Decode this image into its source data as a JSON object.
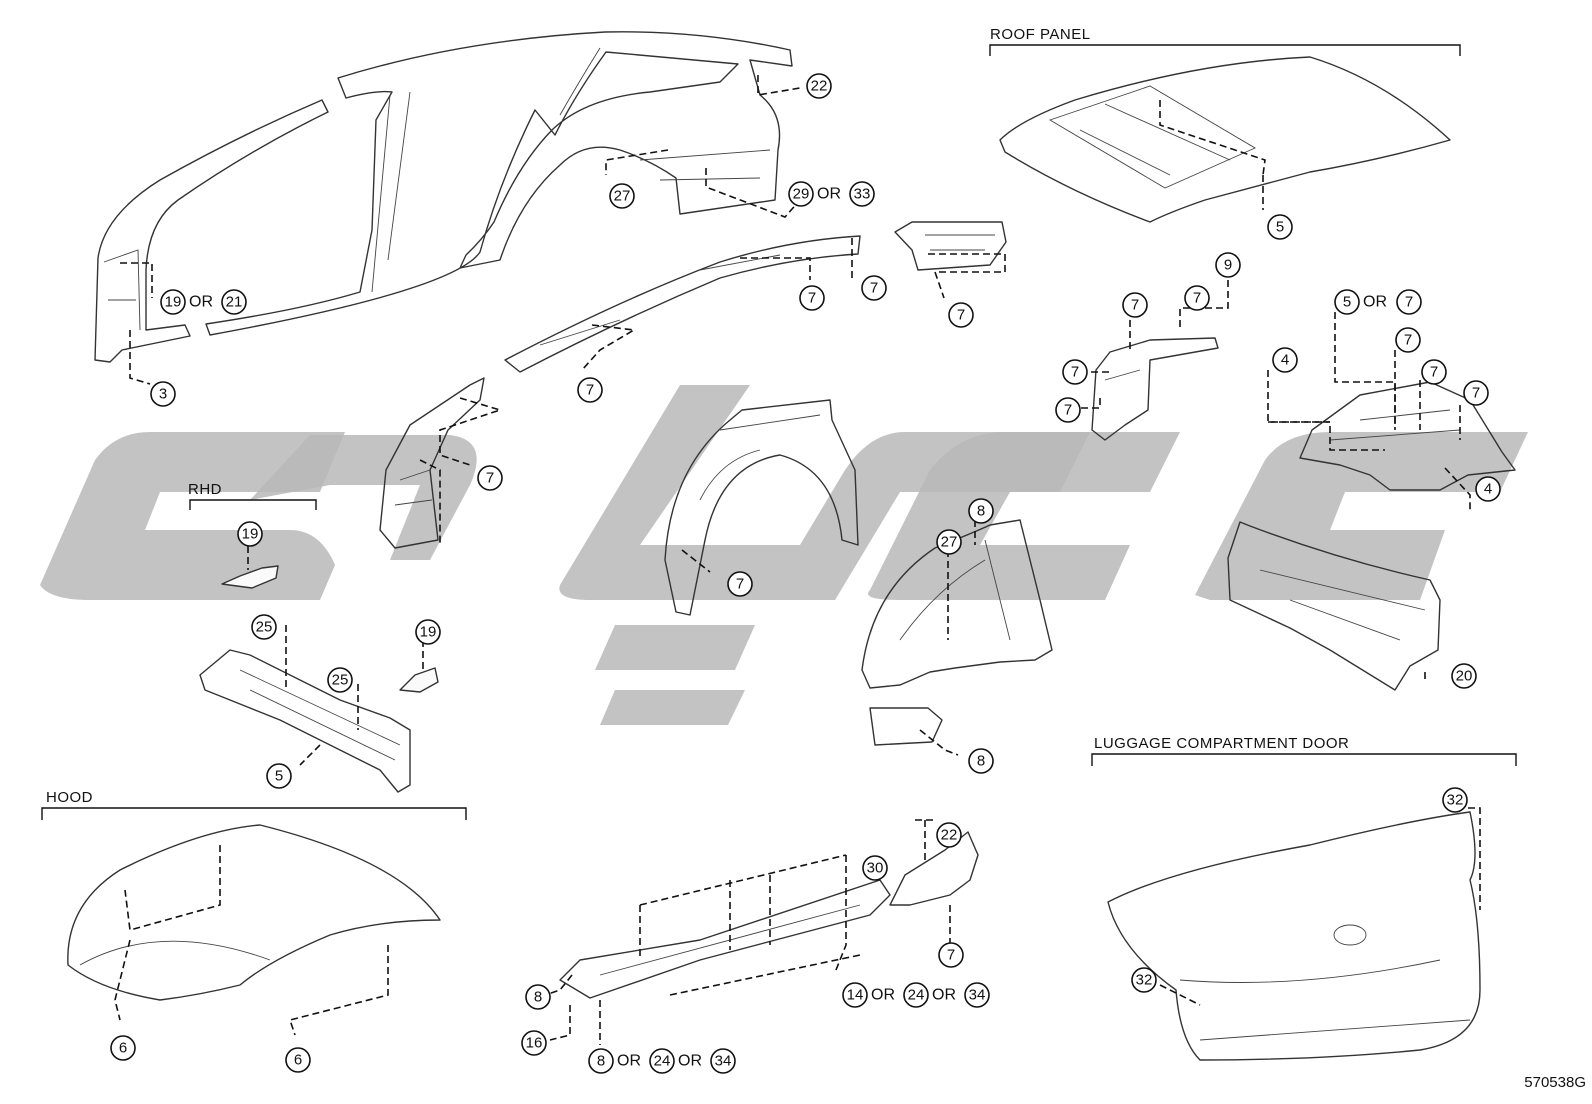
{
  "diagram_code": "570538G",
  "sections": {
    "roof_panel": "ROOF PANEL",
    "hood": "HOOD",
    "luggage_door": "LUGGAGE COMPARTMENT DOOR",
    "rhd": "RHD"
  },
  "or_word": "OR",
  "callouts": {
    "c22_top": "22",
    "c27_top": "27",
    "c29": "29",
    "c33": "33",
    "c19_a": "19",
    "c21": "21",
    "c3": "3",
    "c7_r1": "7",
    "c7_r2": "7",
    "c7_r3": "7",
    "c7_r4": "7",
    "c5_roof": "5",
    "c9": "9",
    "c7_p1": "7",
    "c7_p2": "7",
    "c7_p3": "7",
    "c7_p4": "7",
    "c5_floor": "5",
    "c7_floor_or": "7",
    "c7_f1": "7",
    "c7_f2": "7",
    "c7_f3": "7",
    "c4_a": "4",
    "c4_b": "4",
    "c7_apron": "7",
    "c7_wheel": "7",
    "c19_rhd": "19",
    "c25_a": "25",
    "c25_b": "25",
    "c19_b": "19",
    "c5_cowl": "5",
    "c8_a": "8",
    "c27_b": "27",
    "c8_b": "8",
    "c20": "20",
    "c6_a": "6",
    "c6_b": "6",
    "c30": "30",
    "c22_b": "22",
    "c7_b": "7",
    "c8_c": "8",
    "c16": "16",
    "c14": "14",
    "c24_a": "24",
    "c34_a": "34",
    "c8_d": "8",
    "c24_b": "24",
    "c34_b": "34",
    "c32_a": "32",
    "c32_b": "32"
  }
}
